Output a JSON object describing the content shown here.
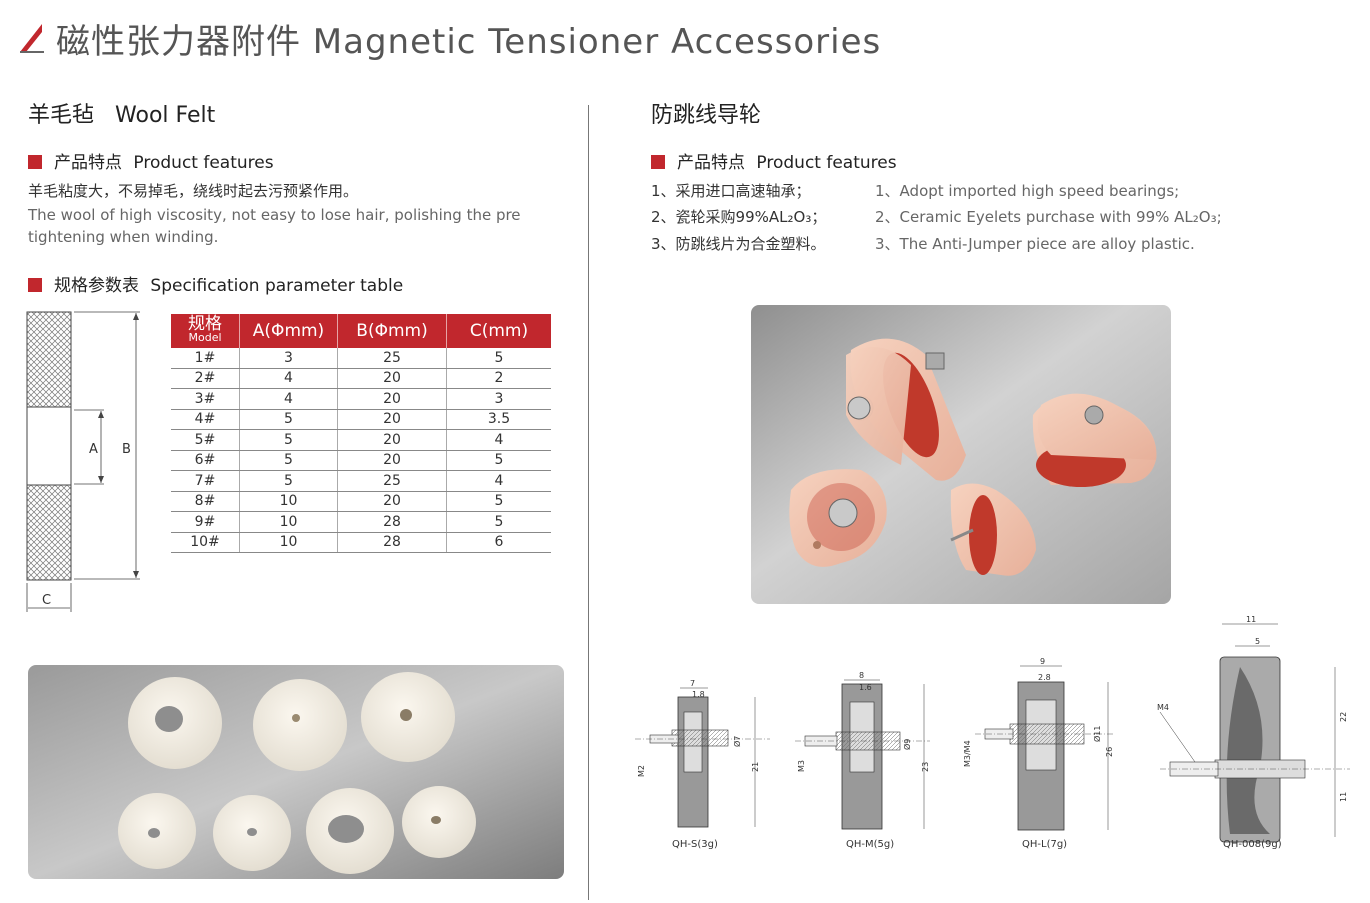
{
  "page": {
    "title": "磁性张力器附件 Magnetic Tensioner Accessories"
  },
  "wool_felt": {
    "title_cn": "羊毛毡",
    "title_en": "Wool Felt",
    "features_heading_cn": "产品特点",
    "features_heading_en": "Product features",
    "features_cn": "羊毛粘度大，不易掉毛，绕线时起去污预紧作用。",
    "features_en": "The wool of high viscosity, not easy to lose hair, polishing the pre tightening when winding.",
    "spec_heading_cn": "规格参数表",
    "spec_heading_en": "Specification parameter table",
    "diagram": {
      "label_a": "A",
      "label_b": "B",
      "label_c": "C"
    },
    "table": {
      "header_model_cn": "规格",
      "header_model_en": "Model",
      "header_a": "A(Φmm)",
      "header_b": "B(Φmm)",
      "header_c": "C(mm)",
      "rows": [
        [
          "1#",
          "3",
          "25",
          "5"
        ],
        [
          "2#",
          "4",
          "20",
          "2"
        ],
        [
          "3#",
          "4",
          "20",
          "3"
        ],
        [
          "4#",
          "5",
          "20",
          "3.5"
        ],
        [
          "5#",
          "5",
          "20",
          "4"
        ],
        [
          "6#",
          "5",
          "20",
          "5"
        ],
        [
          "7#",
          "5",
          "25",
          "4"
        ],
        [
          "8#",
          "10",
          "20",
          "5"
        ],
        [
          "9#",
          "10",
          "28",
          "5"
        ],
        [
          "10#",
          "10",
          "28",
          "6"
        ]
      ]
    }
  },
  "guide_wheel": {
    "title_cn": "防跳线导轮",
    "features_heading_cn": "产品特点",
    "features_heading_en": "Product features",
    "features_cn": [
      "1、采用进口高速轴承；",
      "2、瓷轮采购99%AL₂O₃；",
      "3、防跳线片为合金塑料。"
    ],
    "features_en": [
      "1、Adopt imported high speed bearings;",
      "2、Ceramic Eyelets purchase with 99% AL₂O₃;",
      "3、The Anti-Jumper piece are alloy plastic."
    ],
    "drawings": [
      {
        "caption": "QH-S(3g)",
        "dims": [
          "7",
          "1.8",
          "Ø7",
          "21",
          "M2"
        ]
      },
      {
        "caption": "QH-M(5g)",
        "dims": [
          "8",
          "1.6",
          "Ø9",
          "23",
          "M3"
        ]
      },
      {
        "caption": "QH-L(7g)",
        "dims": [
          "9",
          "2.8",
          "Ø11",
          "26",
          "M3/M4"
        ]
      },
      {
        "caption": "QH-008(9g)",
        "dims": [
          "11",
          "5",
          "22",
          "11",
          "M4"
        ]
      }
    ]
  },
  "colors": {
    "accent_red": "#c1272d",
    "divider": "#777777"
  }
}
